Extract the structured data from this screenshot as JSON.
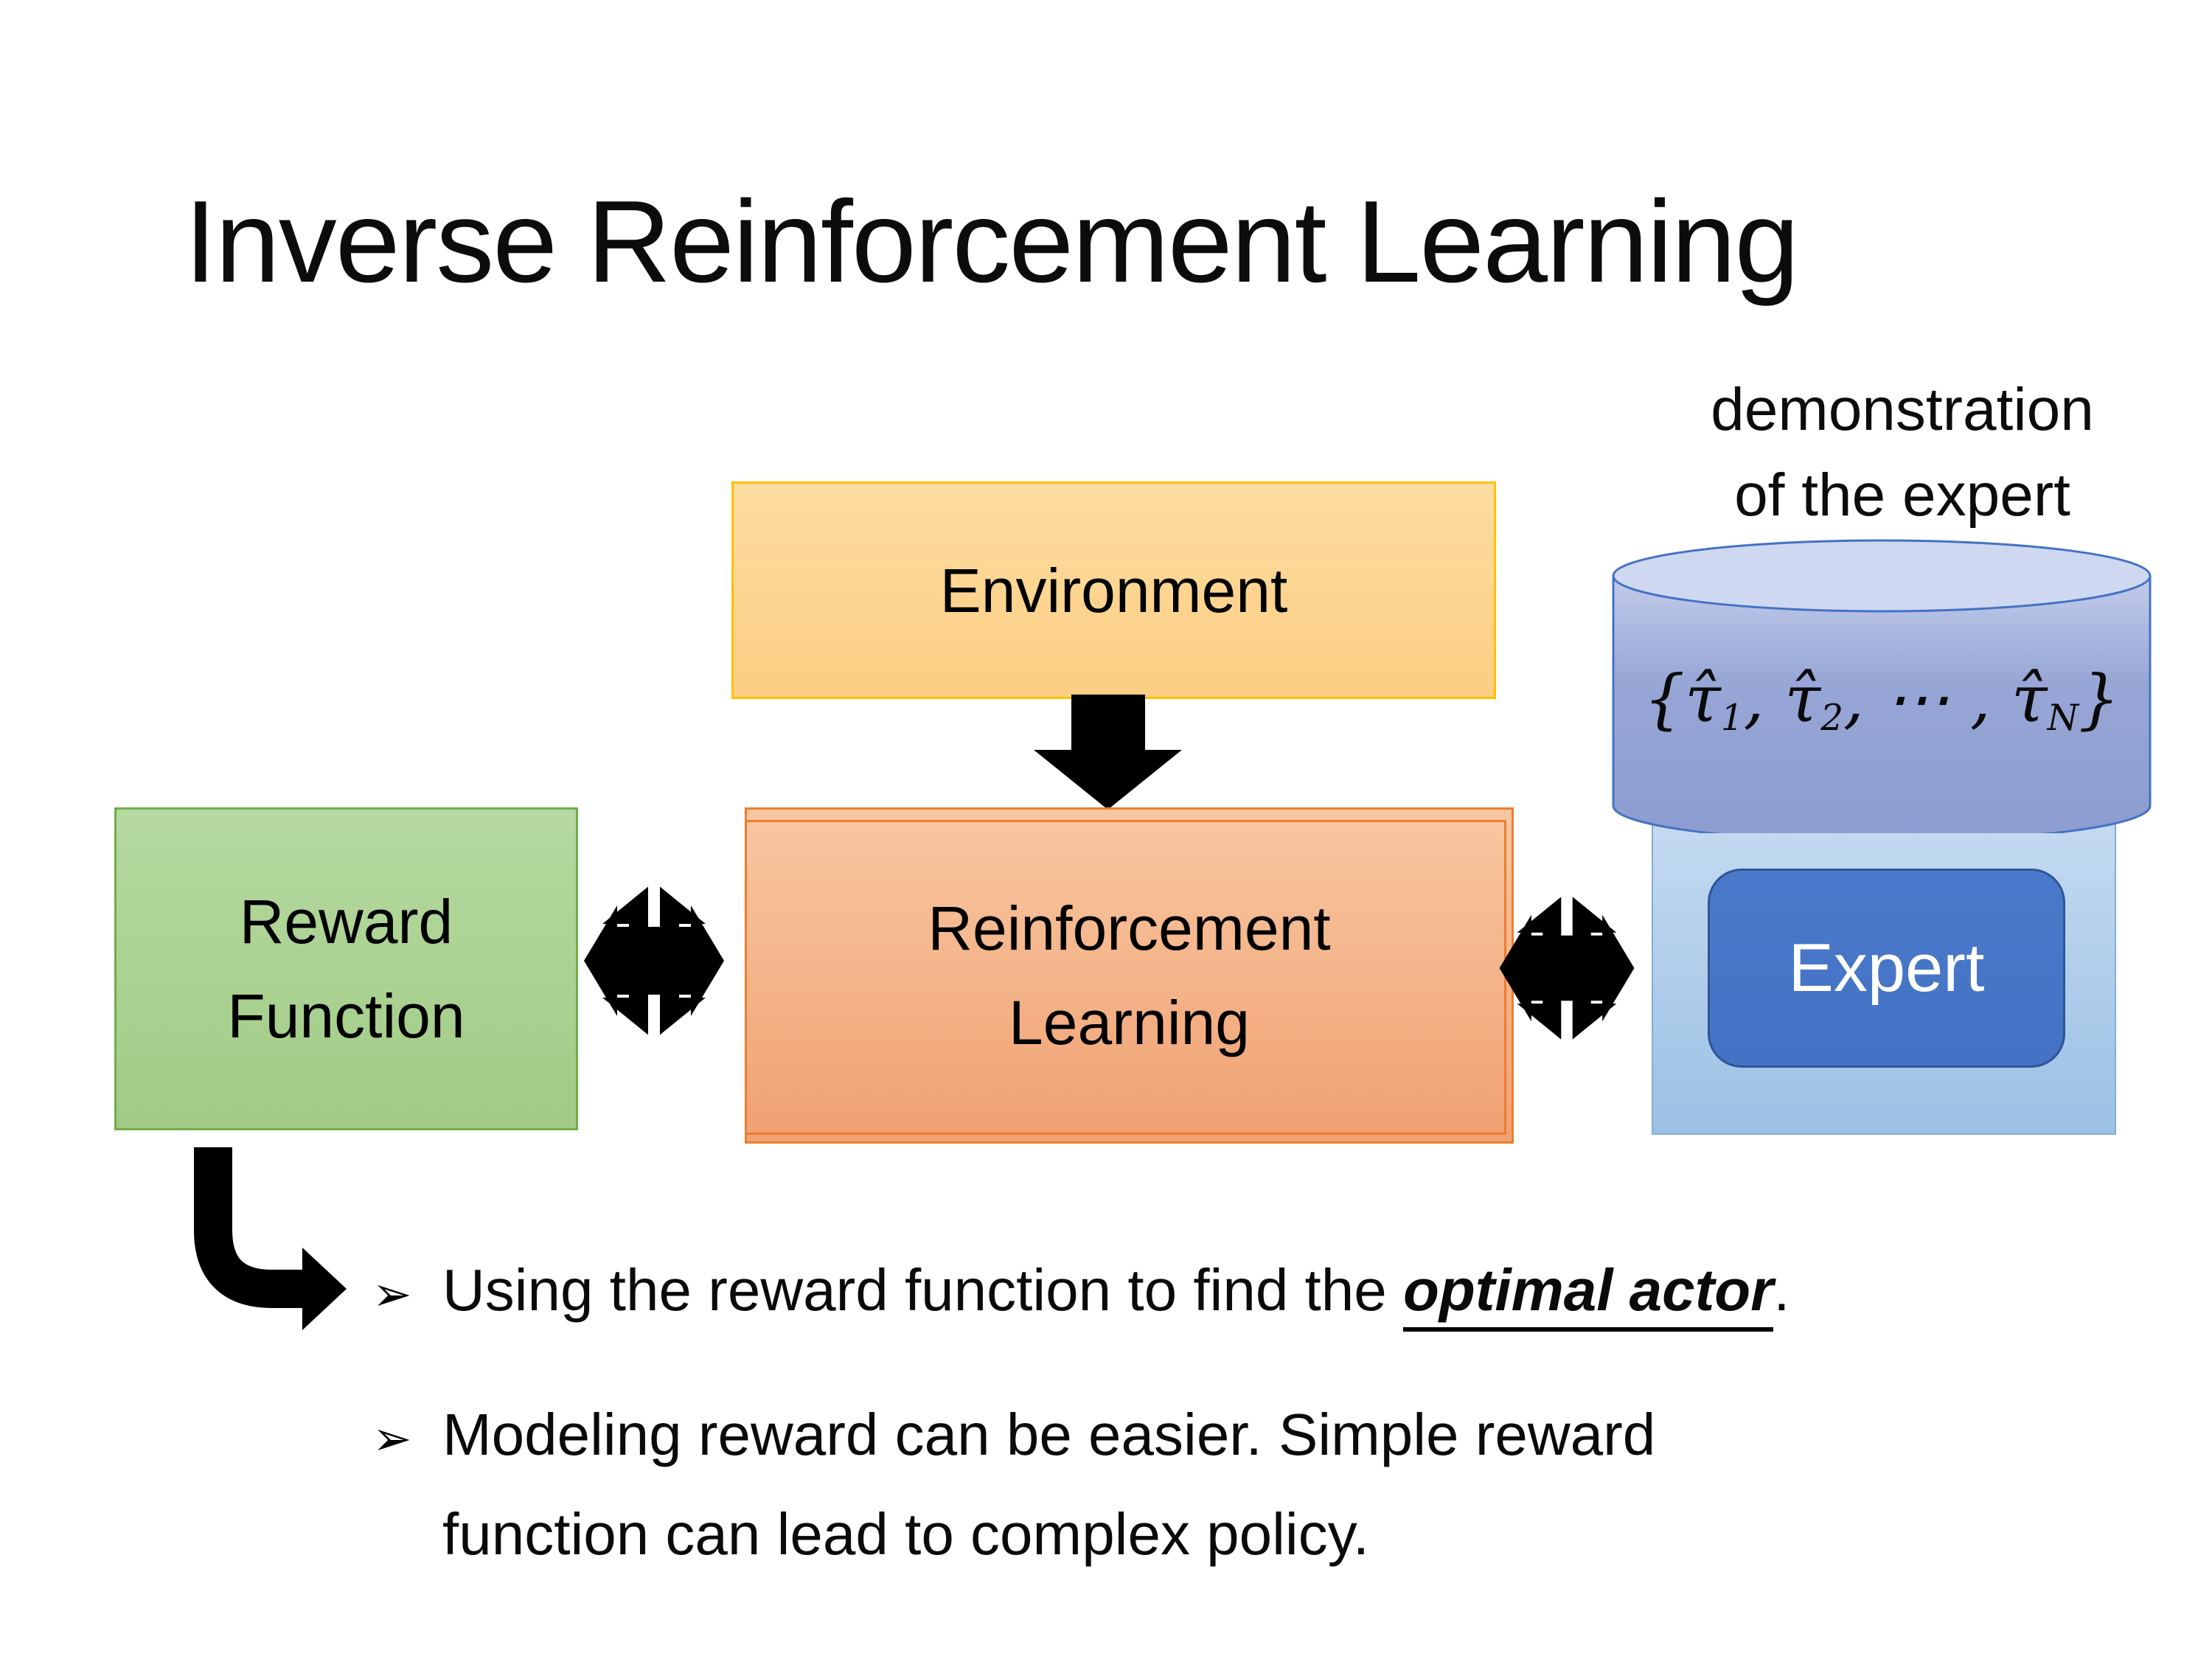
{
  "title": "Inverse Reinforcement Learning",
  "annotation": {
    "line1": "demonstration",
    "line2": "of the expert"
  },
  "boxes": {
    "environment": "Environment",
    "reward_line1": "Reward",
    "reward_line2": "Function",
    "rl_line1": "Reinforcement",
    "rl_line2": "Learning",
    "expert": "Expert"
  },
  "formula": {
    "open": "{",
    "tau1": "τ̂",
    "sub1": "1",
    "sep1": ", ",
    "tau2": "τ̂",
    "sub2": "2",
    "sep2": ", ⋯ , ",
    "tauN": "τ̂",
    "subN": "N",
    "close": "}"
  },
  "bullets": {
    "marker": "➢",
    "b1_pre": "Using the reward function to find the ",
    "b1_emphasis": "optimal actor",
    "b1_post": ".",
    "b2_line1": "Modeling reward can be easier. Simple reward",
    "b2_line2": "function can lead to complex policy."
  },
  "colors": {
    "environment_border": "#FFC000",
    "rl_border": "#ED7D31",
    "reward_border": "#71AC4D",
    "expert_fill": "#4472C4",
    "expert_border": "#2F5597",
    "container_fill": "#9CC2E5",
    "cylinder_border": "#4472C4",
    "arrow_black": "#000000"
  }
}
